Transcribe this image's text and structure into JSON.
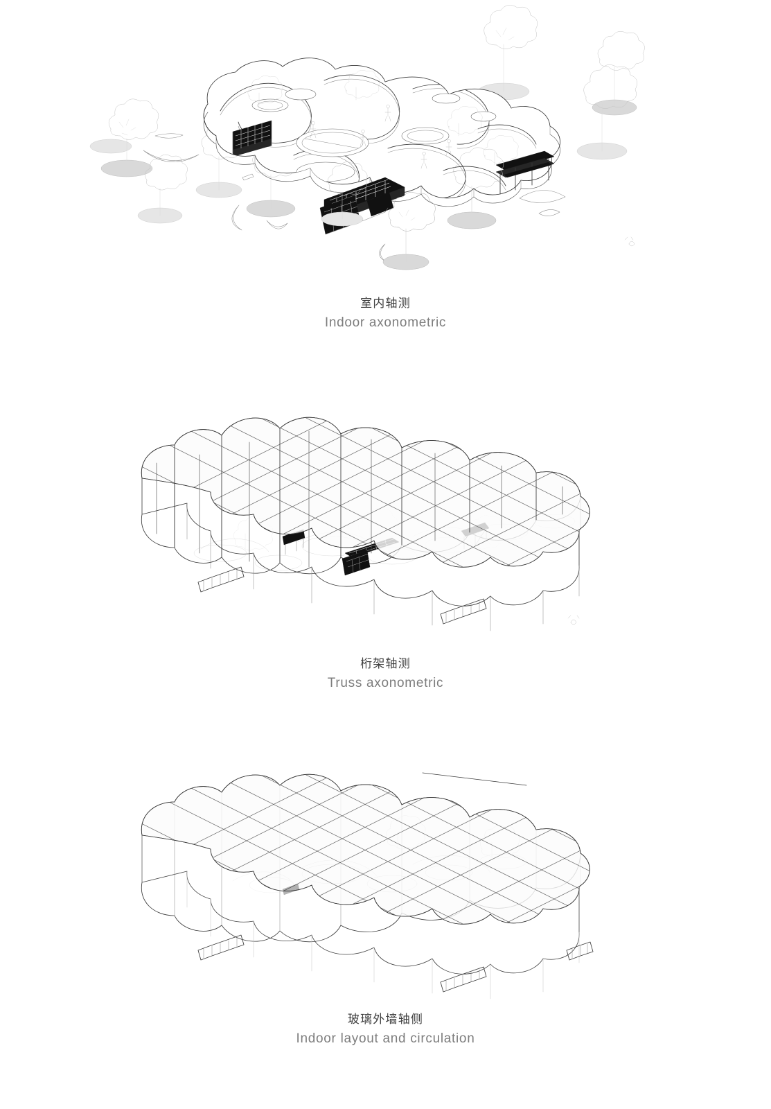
{
  "board": {
    "background_color": "#ffffff",
    "orientation": "portrait",
    "sheet_width": 1113,
    "sheet_height": 1600,
    "drawing_count": 3
  },
  "panels": [
    {
      "id": "indoor-axonometric",
      "caption_cn": "室内轴测",
      "caption_en": "Indoor axonometric",
      "drawing_type": "axonometric-line-drawing",
      "subject": "cloud-shaped floor plate with interior landscape",
      "elements": [
        "amoeba floor slab",
        "curved ribbon partitions",
        "oval atrium voids",
        "outlined trees on elliptical shadow pads",
        "dark library shelving block",
        "dark canopy seating structure",
        "scale figures",
        "curved benches"
      ]
    },
    {
      "id": "truss-axonometric",
      "caption_cn": "桁架轴测",
      "caption_en": "Truss axonometric",
      "drawing_type": "axonometric-line-drawing",
      "subject": "diagrid roof truss over cloud-shaped volume",
      "elements": [
        "diagonal grid roof",
        "vertical columns",
        "cylindrical perimeter wall",
        "ghosted interior landscape",
        "stepped entry stairs"
      ]
    },
    {
      "id": "glass-facade-axonometric",
      "caption_cn": "玻璃外墙轴侧",
      "caption_en": "Indoor layout and circulation",
      "drawing_type": "axonometric-line-drawing",
      "subject": "glass curtain wall enclosure with diagrid roof",
      "elements": [
        "diagrid roof grid",
        "glass curtain wall",
        "solid white volume",
        "stepped entry stairs"
      ]
    }
  ],
  "style": {
    "line_color_primary": "#3a3a3a",
    "line_color_secondary": "#8d8d8d",
    "line_color_ghost": "#d8d8d8",
    "fill_dark": "#111111",
    "shadow_fill": "#d9d9d9",
    "caption_cn_color": "#3f3f3f",
    "caption_en_color": "#7d7d7d"
  }
}
